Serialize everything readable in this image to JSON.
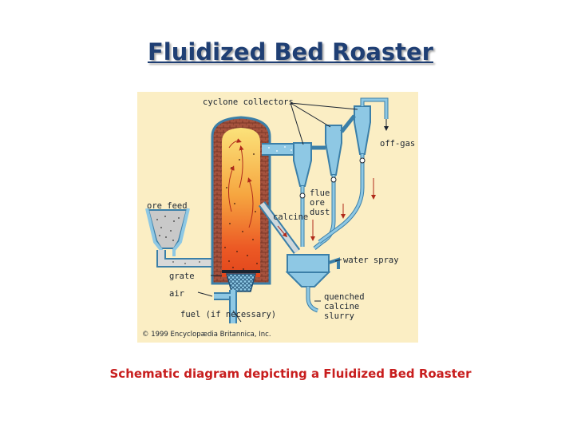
{
  "title": "Fluidized Bed Roaster",
  "caption": "Schematic diagram depicting a Fluidized Bed Roaster",
  "diagram": {
    "labels": {
      "cyclone_collectors": "cyclone collectors",
      "off_gas": "off-gas",
      "ore_feed": "ore feed",
      "flue": "flue",
      "ore": "ore",
      "dust": "dust",
      "calcine": "calcine",
      "water_spray": "water spray",
      "grate": "grate",
      "air": "air",
      "fuel": "fuel (if necessary)",
      "quenched": "quenched",
      "calcine2": "calcine",
      "slurry": "slurry"
    },
    "copyright": "© 1999 Encyclopædia Britannica, Inc."
  },
  "colors": {
    "background": "#fbeec4",
    "pipe": "#8ec8e4",
    "pipe_outline": "#3b7fa8",
    "brick": "#a5523d",
    "title": "#1f3f74",
    "caption": "#c81e1e",
    "arrow": "#b02a1a"
  }
}
